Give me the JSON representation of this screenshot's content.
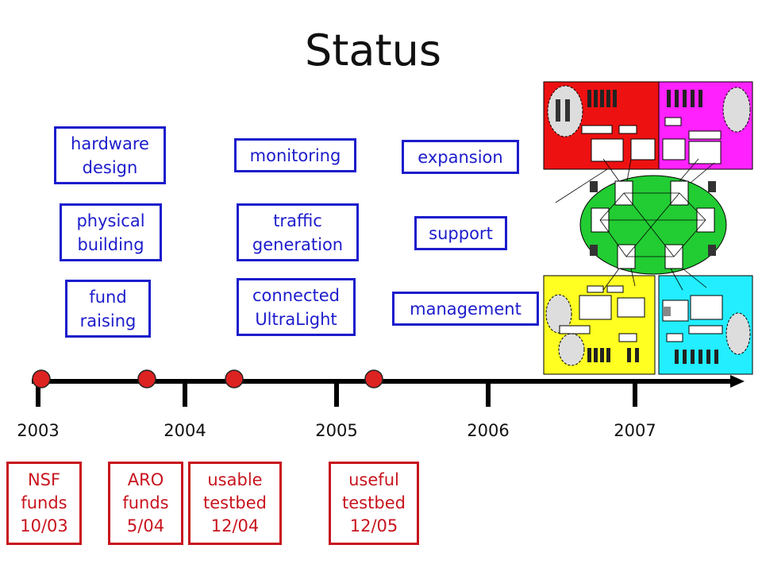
{
  "title": "Status",
  "timeline": {
    "years": [
      "2003",
      "2004",
      "2005",
      "2006",
      "2007"
    ]
  },
  "tasks": {
    "hardware_design": "hardware\ndesign",
    "physical_building": "physical\nbuilding",
    "fund_raising": "fund\nraising",
    "monitoring": "monitoring",
    "traffic_generation": "traffic\ngeneration",
    "connected_ultralight": "connected\nUltraLight",
    "expansion": "expansion",
    "support": "support",
    "management": "management"
  },
  "milestones": {
    "nsf": "NSF\nfunds\n10/03",
    "aro": "ARO\nfunds\n5/04",
    "usable": "usable\ntestbed\n12/04",
    "useful": "useful\ntestbed\n12/05"
  },
  "colors": {
    "task_border": "#1c1ccc",
    "milestone_border": "#c8141e",
    "milestone_dot": "#dd2222"
  }
}
